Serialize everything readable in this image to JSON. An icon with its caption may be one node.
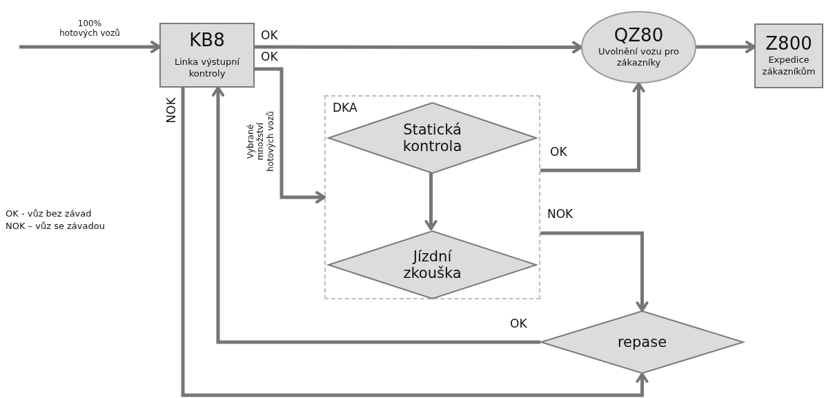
{
  "diagram": {
    "nodes": [
      {
        "text": [
          "KB8",
          "Linka výstupní kontroly"
        ]
      },
      {
        "text": [
          "QZ80",
          "Uvolnění vozu pro zákazníky"
        ]
      },
      {
        "text": [
          "Z800",
          "Expedice zákazníkům"
        ]
      },
      {
        "text": [
          "DKA"
        ]
      },
      {
        "text": [
          "Statická kontrola"
        ],
        "in": 3
      },
      {
        "text": [
          "Jízdní zkouška"
        ],
        "in": 3
      },
      {
        "text": [
          "repase"
        ]
      }
    ],
    "edges": [
      {
        "from": null,
        "to": 0,
        "arrow": "to",
        "label": "100% hotových vozů"
      },
      {
        "from": 0,
        "to": 1,
        "arrow": "to",
        "label": "OK"
      },
      {
        "from": 1,
        "to": 2,
        "arrow": "to"
      },
      {
        "from": 0,
        "to": 3,
        "arrow": "to",
        "label": "OK"
      },
      {
        "from": 3,
        "to": 1,
        "arrow": "to",
        "label": "OK"
      },
      {
        "from": 4,
        "to": 5,
        "arrow": "to"
      },
      {
        "from": 3,
        "to": 6,
        "arrow": "to",
        "label": "NOK"
      },
      {
        "from": 6,
        "to": 0,
        "arrow": "to",
        "label": "OK"
      },
      {
        "from": 0,
        "to": 6,
        "arrow": "to",
        "label": "NOK"
      }
    ],
    "labels": [
      "Vybrané množství hotových vozů",
      "OK - vůz bez závad",
      "NOK – vůz se závadou"
    ]
  }
}
